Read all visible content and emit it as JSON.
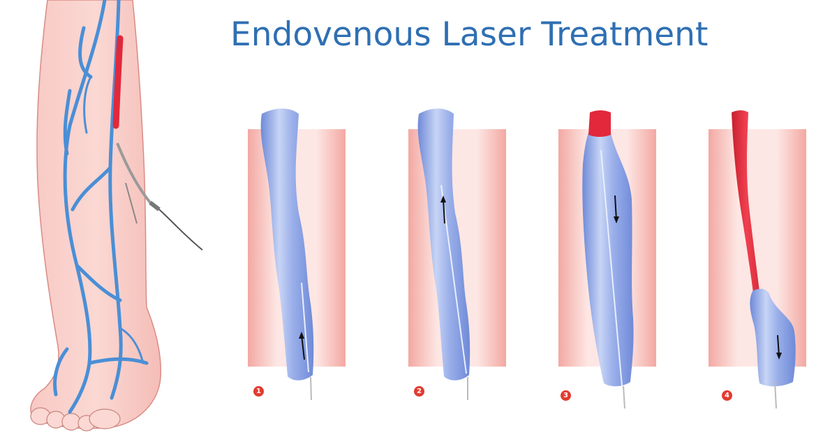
{
  "title": "Endovenous Laser Treatment",
  "steps": [
    {
      "number": "1",
      "arrow": "up",
      "vein_state": "untreated"
    },
    {
      "number": "2",
      "arrow": "up",
      "vein_state": "untreated"
    },
    {
      "number": "3",
      "arrow": "down",
      "vein_state": "treatment-started"
    },
    {
      "number": "4",
      "arrow": "down",
      "vein_state": "mostly-treated"
    }
  ],
  "colors": {
    "title": "#2f6fb3",
    "vein_blue": "#8fa8e8",
    "vein_treated_red": "#e2283a",
    "tissue_pink": "#f5b9b4",
    "badge_red": "#e23b30"
  }
}
